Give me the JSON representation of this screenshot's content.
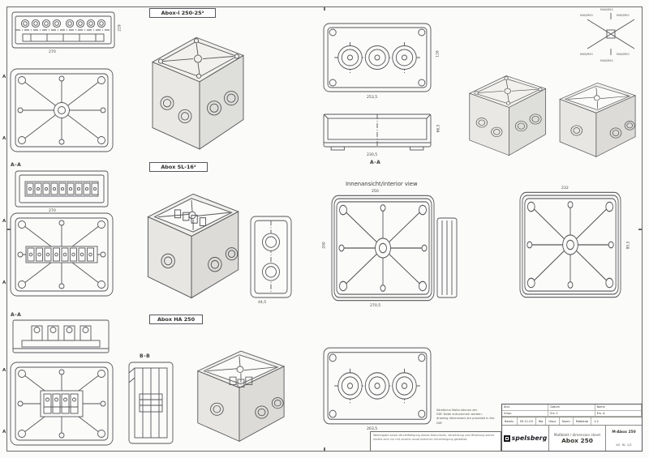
{
  "sheet": {
    "interior_label": "Innenansicht/interior view"
  },
  "labels": {
    "s1_title": "Abox-i 250-25²",
    "s2_title": "Abox SL-16²",
    "s3_title": "Abox HA 250",
    "section_aa": "A-A",
    "section_bb": "B-B",
    "cut_a": "A"
  },
  "dims": {
    "top1": "270",
    "top_side": "219",
    "sl": "270",
    "gland_w": "253,5",
    "gland_h": "116",
    "tray_w": "230,5",
    "tray_h": "66,5",
    "int_top": "250",
    "int_left": "200",
    "int_bottom": "270,5",
    "side_w": "44,5",
    "int2_top": "232",
    "int2_right": "95,5",
    "gland2_w": "263,5"
  },
  "corner_diagram": {
    "l1": "M40/M50",
    "l2": "M40/M50",
    "l3": "M40/M50",
    "l4": "M40/M50",
    "l5": "M40/M50",
    "l6": "M40/M50"
  },
  "notes": {
    "line1": "Sämtliche Maße können der",
    "line2": "DXF-Datei entnommen werden.",
    "line3": "drawing dimensions are provided in the DXF",
    "copyright": "Weitergabe sowie Vervielfältigung dieses Dokuments, Verwertung und Mitteilung seines Inhalts sind nur mit unserer ausdrücklichen Genehmigung gestattet."
  },
  "titleblock": {
    "row_labels": [
      "Änd.",
      "Datum",
      "Name",
      "Urspr.",
      "Ers. f.",
      "Ers. d."
    ],
    "bearb_label": "Bearb.",
    "bearb_date": "05.11.03",
    "bearb_name": "Wa",
    "gepr_label": "Gepr.",
    "norm_label": "Norm",
    "scale_label": "Maßstab",
    "scale_value": "1:2",
    "company": "spelsberg",
    "title_line1": "Maßblatt / dimension sheet",
    "title_line2": "Abox 250",
    "doc_no": "M-Abox 250",
    "format": "A3",
    "sheet_no": "Bl. 1/2"
  }
}
